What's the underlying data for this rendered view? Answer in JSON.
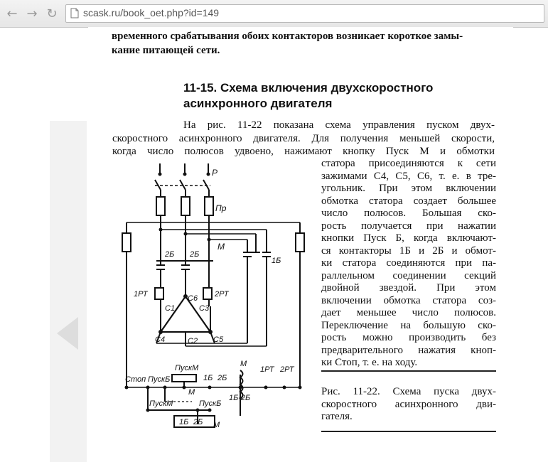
{
  "browser": {
    "back_icon": "arrow-left-icon",
    "forward_icon": "arrow-right-icon",
    "reload_icon": "reload-icon",
    "url": "scask.ru/book_oet.php?id=149"
  },
  "page": {
    "top_lines": [
      "временного срабатывания обоих контакторов возникает короткое замы-",
      "кание питающей сети."
    ],
    "heading_lines": [
      "11-15. Схема включения двухскоростного",
      "асинхронного двигателя"
    ],
    "wide_lines": [
      "На рис. 11-22 показана схема управления пуском двух-",
      "скоростного асинхронного двигателя. Для получения меньшей скорости,",
      "когда число полюсов удвоено, нажимают кнопку Пуск М и обмотки"
    ],
    "column_lines": [
      "статора присоединяются к сети",
      "зажимами С4, С5, С6, т. е. в тре-",
      "угольник. При этом включении",
      "обмотка статора создает большее",
      "число полюсов. Большая ско-",
      "рость получается при нажатии",
      "кнопки Пуск Б, когда включают-",
      "ся контакторы 1Б и 2Б и обмот-",
      "ки статора соединяются при па-",
      "раллельном соединении секций",
      "двойной звездой. При этом",
      "включении обмотка статора соз-",
      "дает меньшее число полюсов.",
      "Переключение на большую ско-",
      "рость можно производить без",
      "предварительного нажатия кноп-",
      "ки Стоп, т. е. на ходу."
    ],
    "caption_lines": [
      "Рис. 11-22. Схема пуска двух-",
      "скоростного асинхронного дви-",
      "гателя."
    ]
  },
  "diagram": {
    "labels": {
      "switch": "Р",
      "fuse": "Пр",
      "m_contact": "М",
      "b2_left": "2Б",
      "b2_right": "2Б",
      "b1": "1Б",
      "rt1": "1РТ",
      "rt2": "2РТ",
      "c1": "С1",
      "c2": "С2",
      "c3": "С3",
      "c4": "С4",
      "c5": "С5",
      "c6": "С6",
      "stop": "Стоп",
      "pusk_b_top": "ПускБ",
      "pusk_m_top": "ПускМ",
      "m_small": "М",
      "b1_ctrl": "1Б",
      "b2_ctrl": "2Б",
      "m_coil": "М",
      "rt1_ctrl": "1РТ",
      "rt2_ctrl": "2РТ",
      "b12_coil": "1Б-2Б",
      "pusk_m_bottom": "ПускМ",
      "pusk_b_bottom": "ПускБ",
      "b1_bottom": "1Б",
      "b2_bottom": "2Б",
      "m_bottom": "М"
    }
  }
}
